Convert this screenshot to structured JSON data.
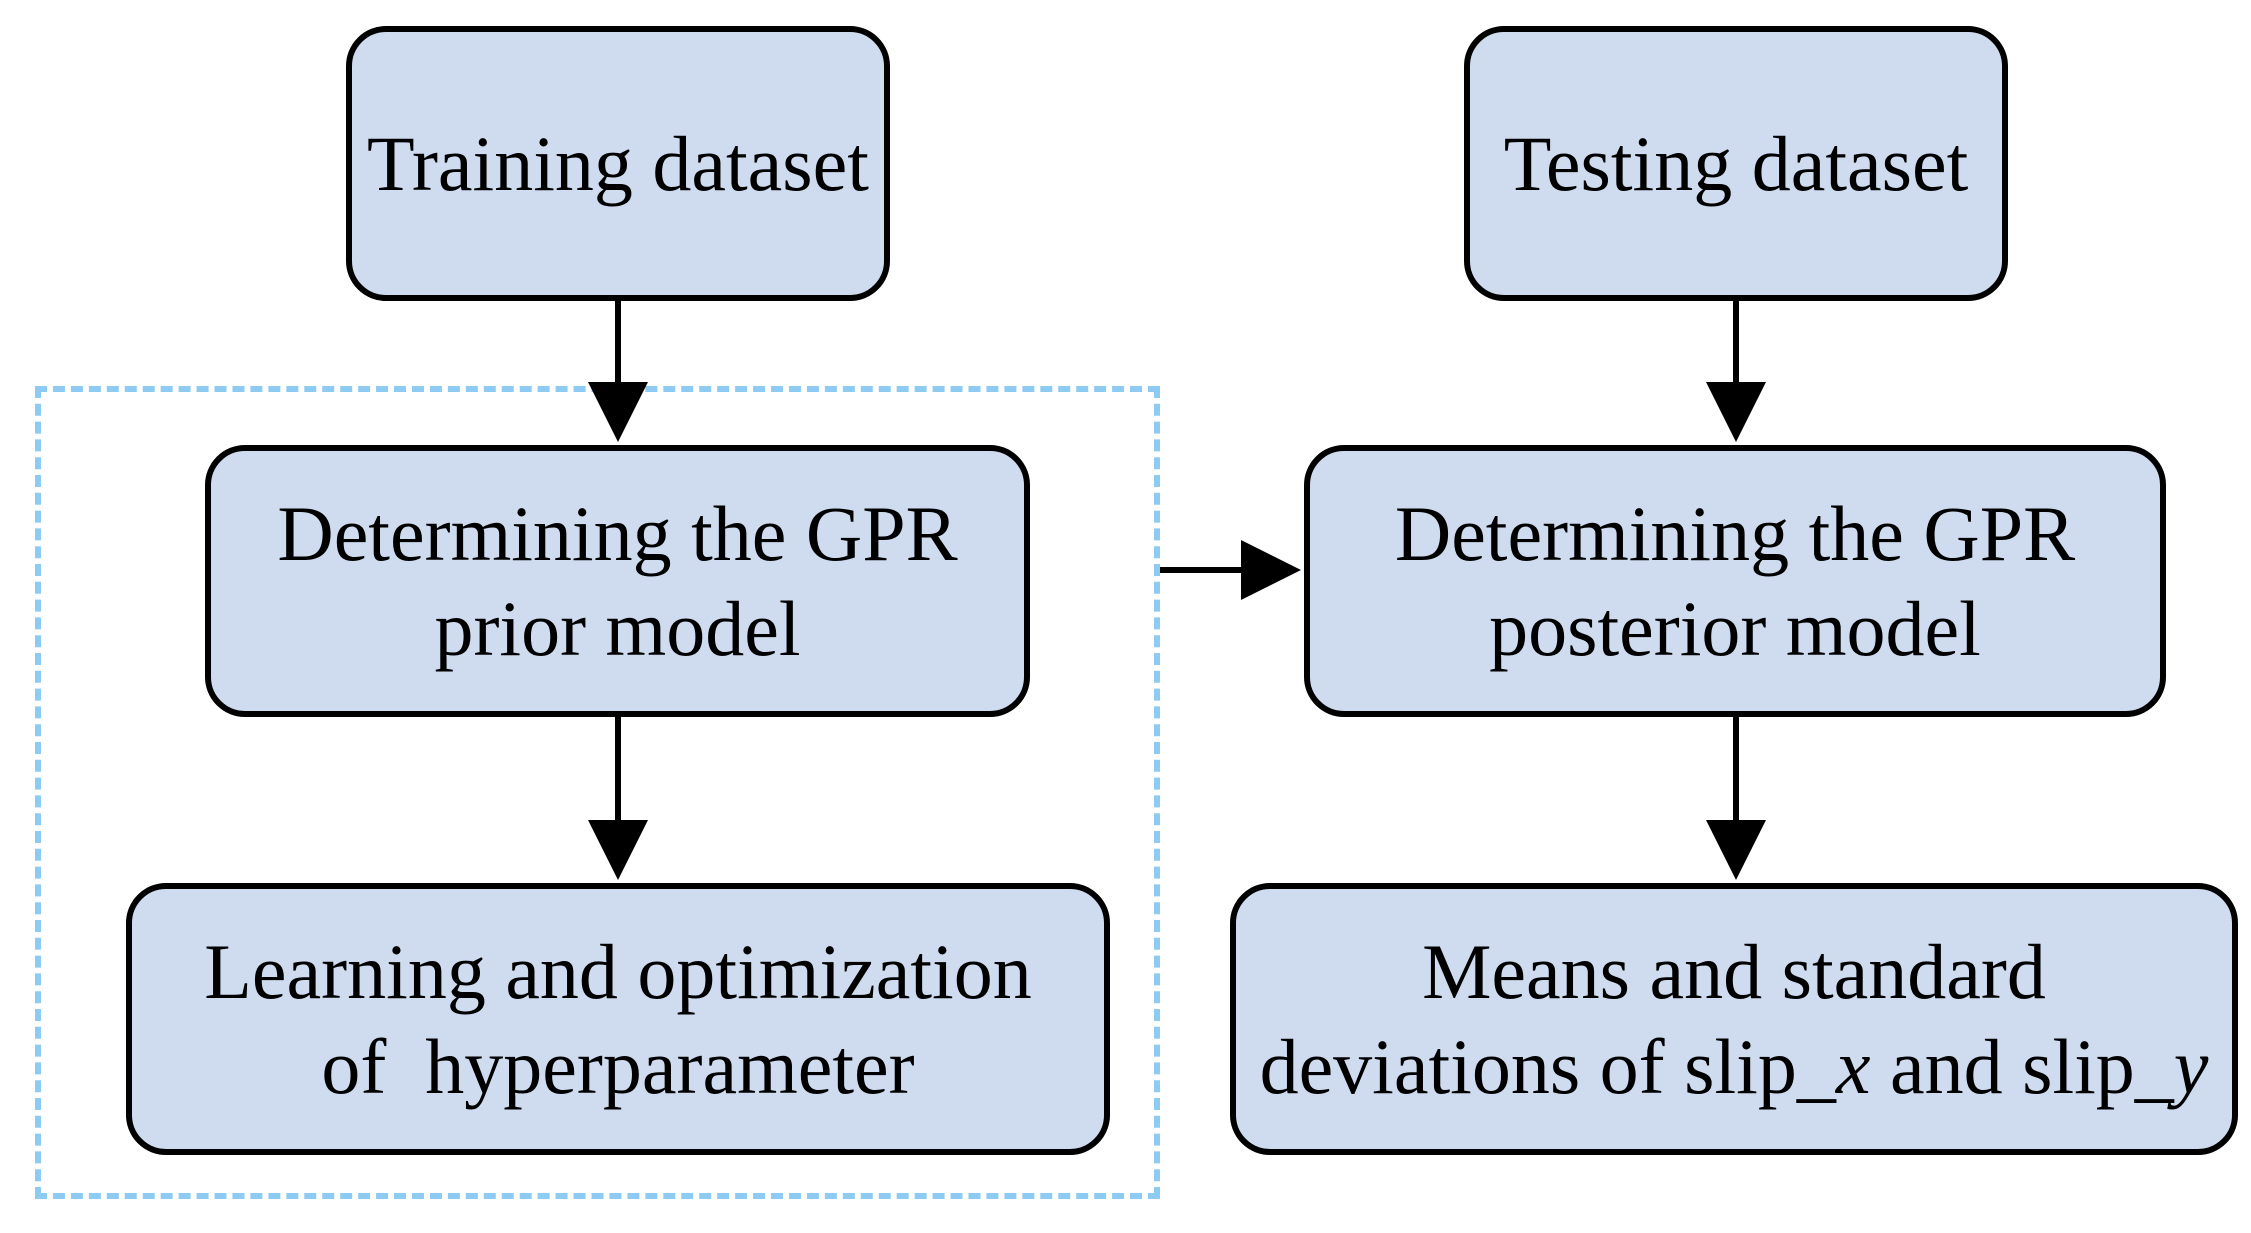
{
  "diagram": {
    "nodes": {
      "training": {
        "line1": "Training dataset"
      },
      "testing": {
        "line1": "Testing dataset"
      },
      "prior": {
        "line1": "Determining the GPR",
        "line2": "prior model"
      },
      "posterior": {
        "line1": "Determining the GPR",
        "line2": "posterior model"
      },
      "learning": {
        "line1": "Learning and optimization",
        "line2": "of  hyperparameter"
      },
      "means": {
        "line1": "Means and standard",
        "line2_prefix": "deviations of slip_",
        "line2_var1": "x",
        "line2_mid": " and slip_",
        "line2_var2": "y"
      }
    },
    "colors": {
      "node_fill": "#cfdcf0",
      "node_border": "#000000",
      "group_border": "#8ecbf2",
      "arrow": "#000000"
    },
    "edges": [
      {
        "from": "training",
        "to": "prior"
      },
      {
        "from": "prior",
        "to": "learning"
      },
      {
        "from": "testing",
        "to": "posterior"
      },
      {
        "from": "posterior",
        "to": "means"
      },
      {
        "from": "group",
        "to": "posterior"
      }
    ]
  }
}
